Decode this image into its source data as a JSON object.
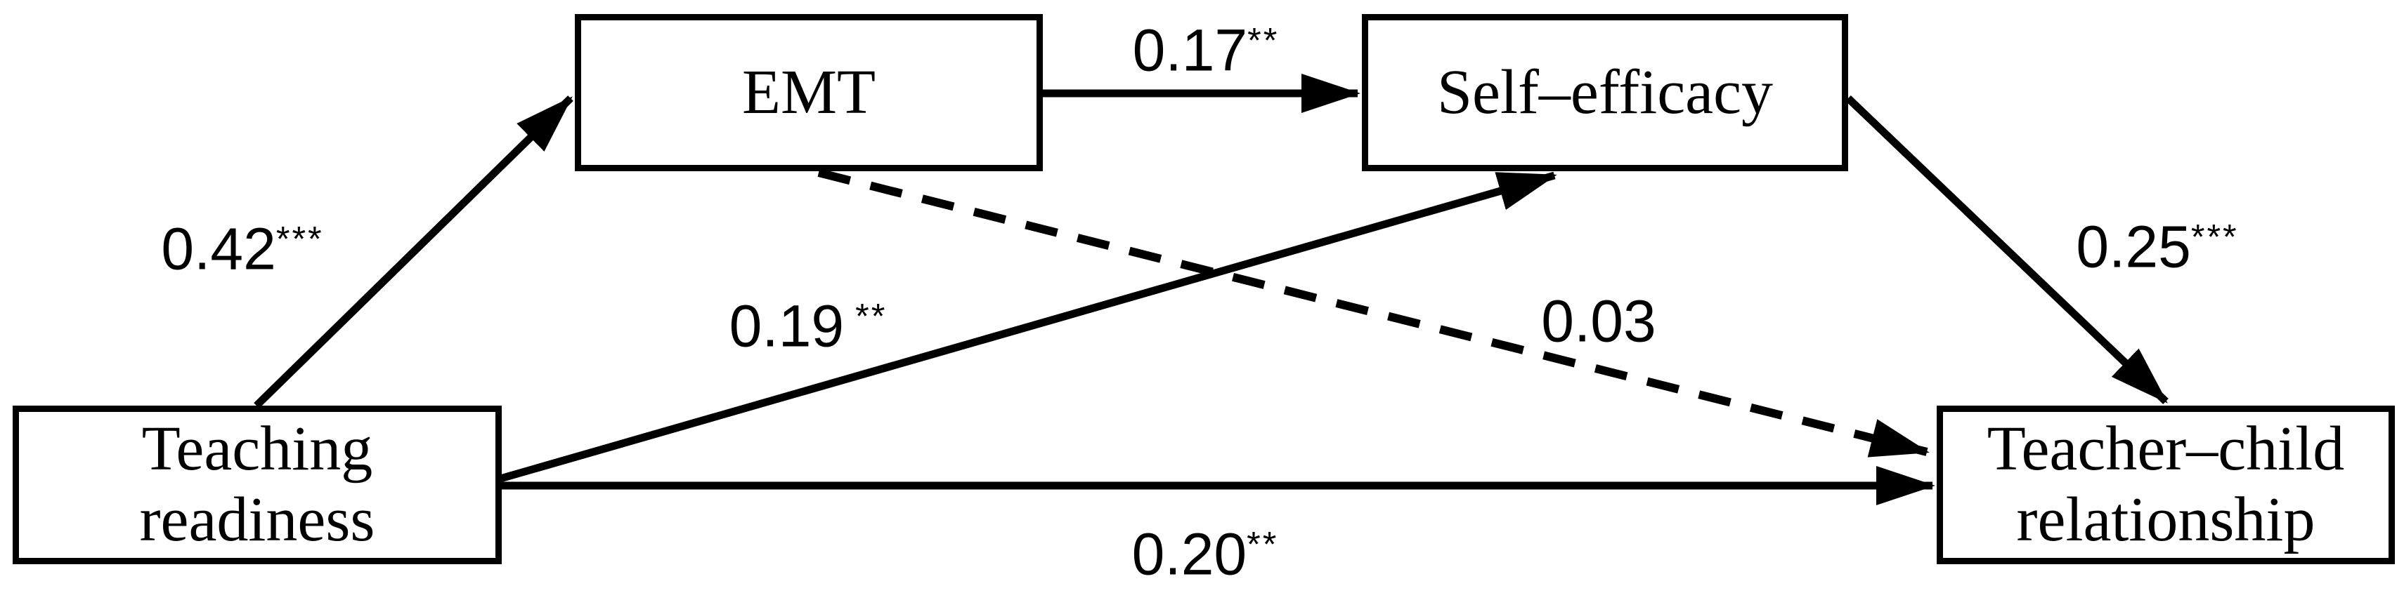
{
  "diagram": {
    "background_color": "#ffffff",
    "line_color": "#000000",
    "nodes": {
      "teaching_readiness": {
        "label": "Teaching readiness"
      },
      "emt": {
        "label": "EMT"
      },
      "self_efficacy": {
        "label": "Self–efficacy"
      },
      "teacher_child_relationship": {
        "label": "Teacher–child relationship"
      }
    },
    "paths": [
      {
        "from": "Teaching readiness",
        "to": "EMT",
        "coefficient": "0.42",
        "stars": "***",
        "style": "solid"
      },
      {
        "from": "EMT",
        "to": "Self–efficacy",
        "coefficient": "0.17",
        "stars": "**",
        "style": "solid"
      },
      {
        "from": "Teaching readiness",
        "to": "Self–efficacy",
        "coefficient": "0.19",
        "stars": "**",
        "style": "solid"
      },
      {
        "from": "EMT",
        "to": "Teacher–child relationship",
        "coefficient": "0.03",
        "stars": "",
        "style": "dashed"
      },
      {
        "from": "Self–efficacy",
        "to": "Teacher–child relationship",
        "coefficient": "0.25",
        "stars": "***",
        "style": "solid"
      },
      {
        "from": "Teaching readiness",
        "to": "Teacher–child relationship",
        "coefficient": "0.20",
        "stars": "**",
        "style": "solid"
      }
    ]
  }
}
